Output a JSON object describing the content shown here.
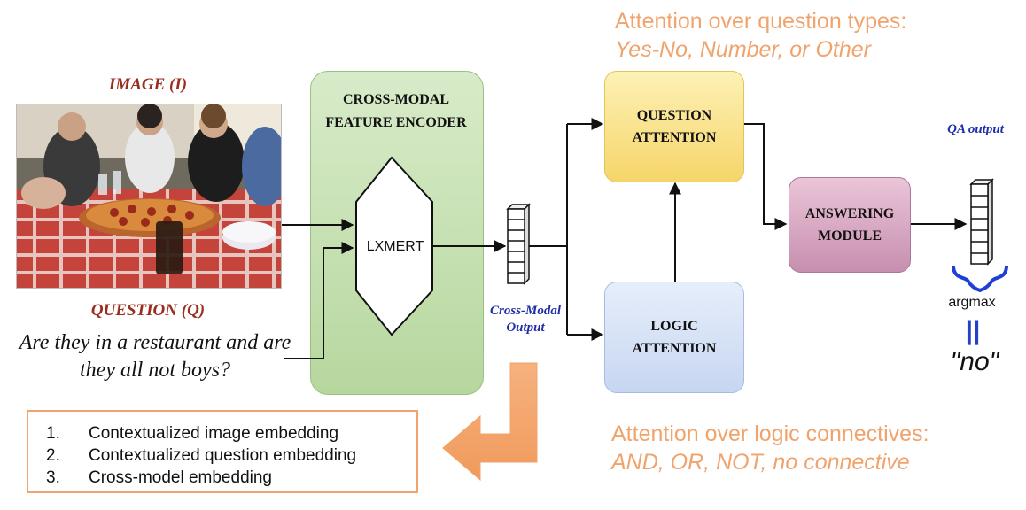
{
  "image_section": {
    "title": "IMAGE (I)"
  },
  "question_section": {
    "title": "QUESTION (Q)",
    "text": "Are they in a restaurant and are they all not boys?"
  },
  "encoder": {
    "title": "CROSS-MODAL FEATURE ENCODER",
    "inner_label": "LXMERT"
  },
  "cross_modal_output": {
    "label": "Cross-Modal Output"
  },
  "question_attention": {
    "label": "QUESTION ATTENTION",
    "caption_line1": "Attention over question types:",
    "caption_line2": "Yes-No, Number, or Other"
  },
  "logic_attention": {
    "label": "LOGIC ATTENTION",
    "caption_line1": "Attention over logic connectives:",
    "caption_line2": "AND, OR, NOT, no connective"
  },
  "answering_module": {
    "label": "ANSWERING MODULE"
  },
  "qa_output": {
    "label": "QA output",
    "argmax": "argmax",
    "equals": "||",
    "answer": "\"no\""
  },
  "embeddings_list": {
    "items": [
      {
        "num": "1.",
        "text": "Contextualized image embedding"
      },
      {
        "num": "2.",
        "text": "Contextualized question embedding"
      },
      {
        "num": "3.",
        "text": "Cross-model embedding"
      }
    ]
  },
  "colors": {
    "accent_orange": "#f0a36c",
    "title_red": "#9b2d1f",
    "label_blue": "#1f2ea8",
    "encoder_green": "#b6d79e",
    "qatt_yellow": "#f6d66a",
    "latt_blue": "#c7d6f1",
    "amod_purple": "#c78faf"
  }
}
